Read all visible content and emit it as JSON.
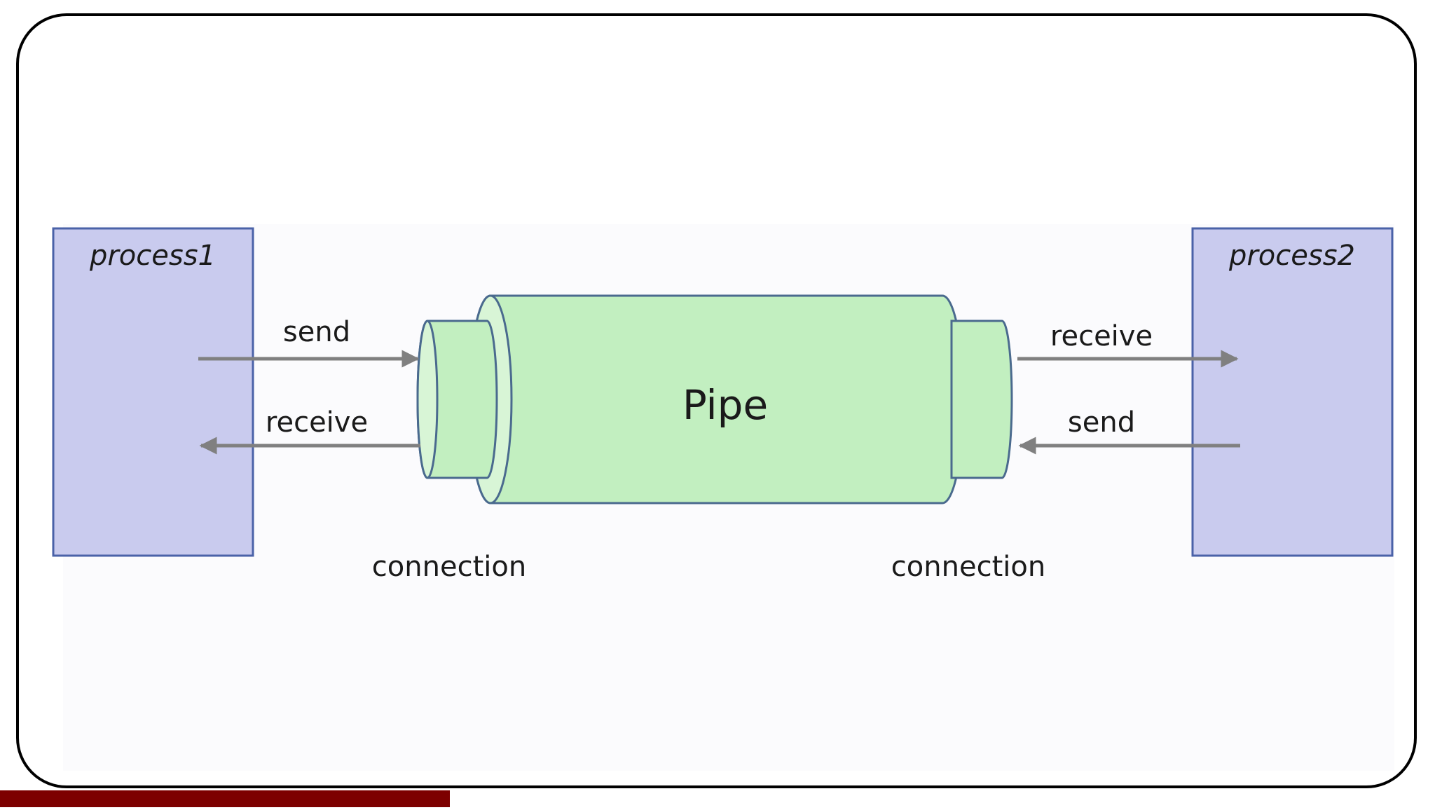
{
  "diagram": {
    "process_left": {
      "label": "process1"
    },
    "process_right": {
      "label": "process2"
    },
    "pipe": {
      "label": "Pipe"
    },
    "left_arrows": {
      "send": "send",
      "receive": "receive"
    },
    "right_arrows": {
      "receive": "receive",
      "send": "send"
    },
    "connection_left": "connection",
    "connection_right": "connection"
  },
  "colors": {
    "frame_border": "#000000",
    "process_fill": "#c9cbee",
    "process_border": "#4a62a8",
    "pipe_fill": "#c2efc0",
    "pipe_end_fill": "#d8f5d6",
    "pipe_border": "#4a6a8e",
    "arrow": "#808080",
    "footer_bar": "#7d0000"
  }
}
